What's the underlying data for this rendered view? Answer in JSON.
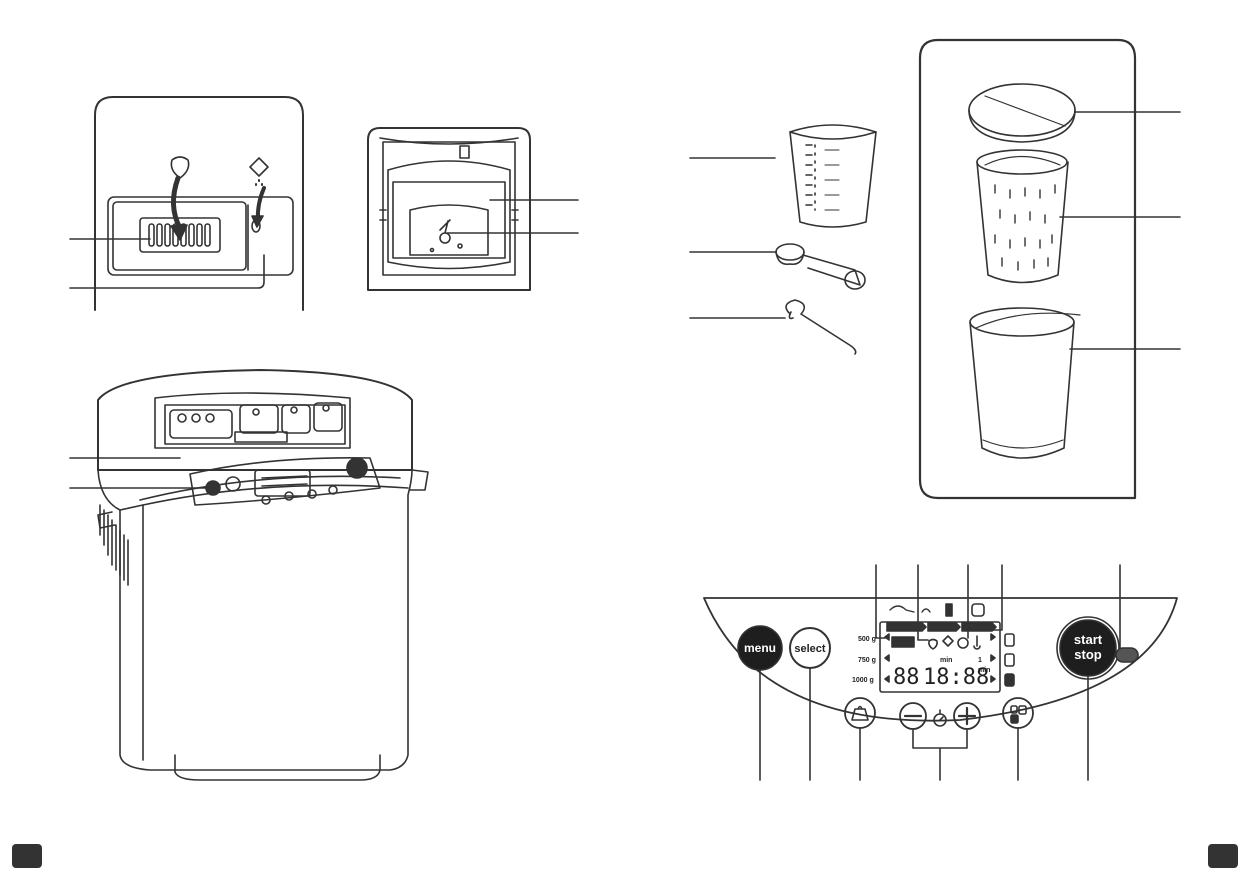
{
  "panel": {
    "menu_label": "menu",
    "select_label": "select",
    "start_label": "start",
    "stop_label": "stop",
    "weights": [
      "500 g",
      "750 g",
      "1000 g"
    ],
    "display_digits": "88",
    "display_time": "18:88",
    "min_label": "min",
    "one_label": "1",
    "min_label2": "min"
  },
  "colors": {
    "line": "#333333",
    "button_fill": "#1e1e1e",
    "corner_mark": "#333333"
  }
}
